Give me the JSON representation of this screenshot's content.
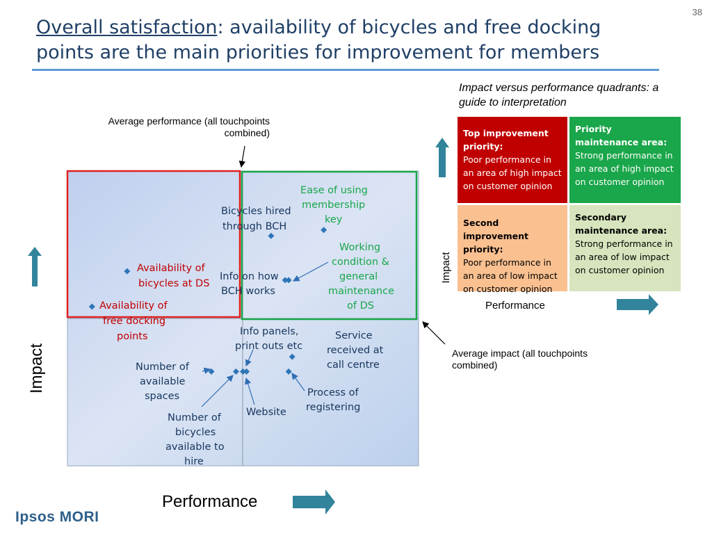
{
  "slide": {
    "number": "38",
    "title_underlined": "Overall satisfaction",
    "title_rest": ": availability of bicycles and free docking points are the main priorities for improvement for members",
    "footer_logo": "Ipsos MORI"
  },
  "annotations": {
    "avg_performance": "Average performance (all touchpoints combined)",
    "avg_impact": "Average impact (all touchpoints combined)"
  },
  "legend": {
    "heading": "Impact versus performance quadrants: a guide to interpretation",
    "x_label": "Performance",
    "y_label": "Impact",
    "quadrants": [
      {
        "title": "Top improvement priority:",
        "text": "Poor performance in an area of high impact on customer opinion",
        "color": "#c00000"
      },
      {
        "title": "Priority maintenance area:",
        "text": "Strong performance in an area of high impact on customer opinion",
        "color": "#1aa64a"
      },
      {
        "title": "Second improvement priority:",
        "text": "Poor performance in an area of low impact on customer opinion",
        "color": "#fac090"
      },
      {
        "title": "Secondary maintenance area:",
        "text": "Strong performance in an area of low impact on customer opinion",
        "color": "#d7e4bd"
      }
    ]
  },
  "chart_data": {
    "type": "scatter",
    "xlabel": "Performance",
    "ylabel": "Impact",
    "xlim": [
      0,
      100
    ],
    "ylim": [
      0,
      100
    ],
    "average_performance_x": 50,
    "average_impact_y": 50,
    "points": [
      {
        "label": "Availability of free docking points",
        "x": 7,
        "y": 54,
        "color": "#c00000"
      },
      {
        "label": "Availability of bicycles at DS",
        "x": 17,
        "y": 66,
        "color": "#c00000"
      },
      {
        "label": "Bicycles hired through BCH",
        "x": 58,
        "y": 78,
        "color": "#17365d"
      },
      {
        "label": "Ease of using membership key",
        "x": 73,
        "y": 80,
        "color": "#1aa64a"
      },
      {
        "label": "Info on how BCH works",
        "x": 62,
        "y": 63,
        "color": "#17365d"
      },
      {
        "label": "Working condition & general maintenance of DS",
        "x": 63,
        "y": 63,
        "color": "#1aa64a"
      },
      {
        "label": "Number of available spaces",
        "x": 41,
        "y": 32,
        "color": "#17365d"
      },
      {
        "label": "Number of bicycles available to hire",
        "x": 48,
        "y": 32,
        "color": "#17365d"
      },
      {
        "label": "Website",
        "x": 51,
        "y": 32,
        "color": "#17365d"
      },
      {
        "label": "Info panels, print outs etc",
        "x": 50,
        "y": 32,
        "color": "#17365d"
      },
      {
        "label": "Service received at call centre",
        "x": 64,
        "y": 37,
        "color": "#17365d"
      },
      {
        "label": "Process of registering",
        "x": 63,
        "y": 32,
        "color": "#17365d"
      }
    ]
  }
}
